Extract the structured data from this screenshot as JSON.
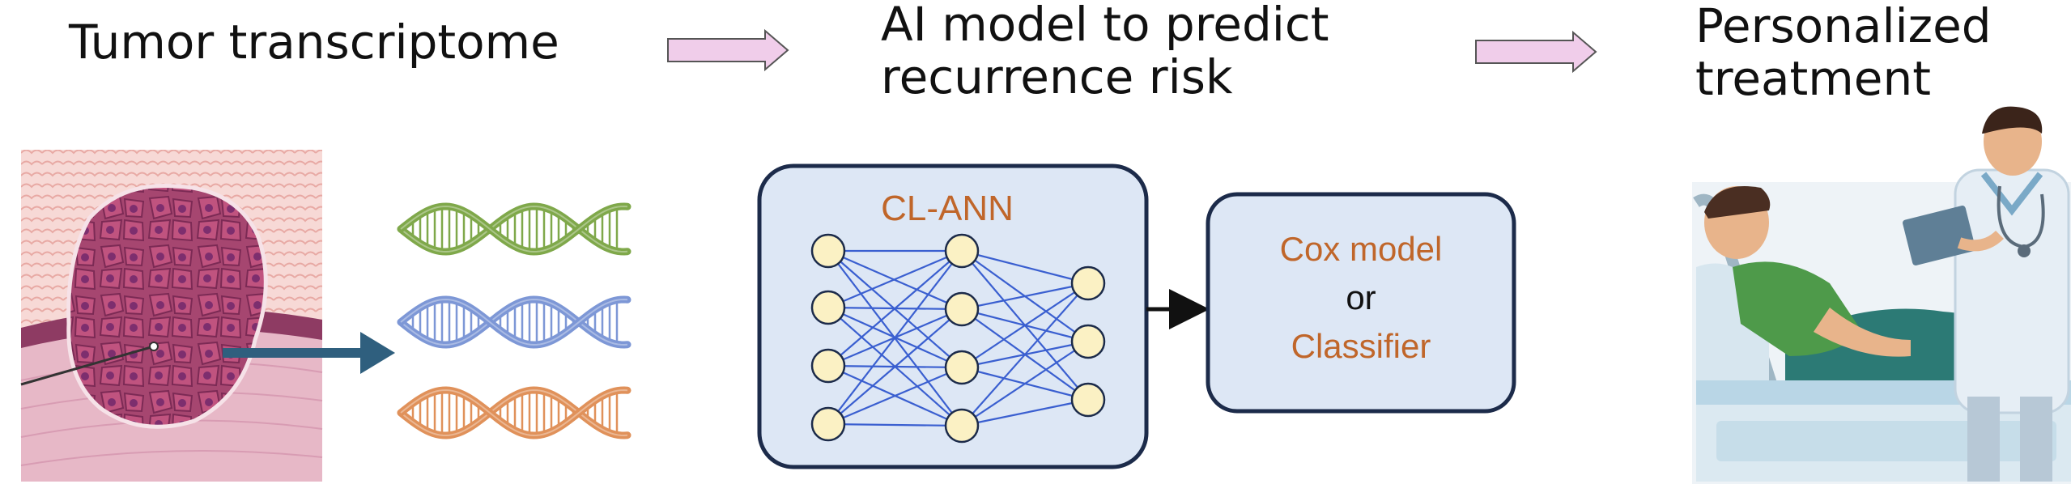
{
  "diagram": {
    "step1_title": "Tumor transcriptome",
    "step2_title_line1": "AI model to predict",
    "step2_title_line2": "recurrence risk",
    "step3_title_line1": "Personalized",
    "step3_title_line2": "treatment",
    "nn_label": "CL-ANN",
    "model_line1": "Cox model",
    "model_line2": "or",
    "model_line3": "Classifier",
    "label_color": "#c0662a",
    "box_fill": "#dde7f5",
    "box_stroke": "#1c2b4a",
    "node_fill": "#fbf1c4",
    "edge_color": "#3a5fd0",
    "arrow_fill": "#f0cdea",
    "dna_colors": [
      "#7fa84a",
      "#7d97d6",
      "#e0915a"
    ]
  }
}
